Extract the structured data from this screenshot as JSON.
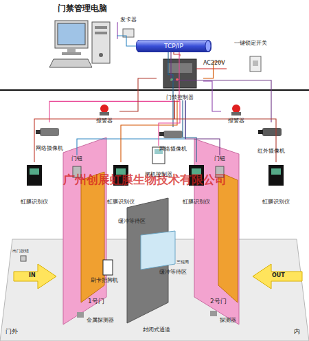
{
  "diagram": {
    "nodes": [
      {
        "text": [
          "门禁管理电脑"
        ]
      },
      {
        "text": [
          "发卡器"
        ]
      },
      {
        "text": [
          "TCP/IP"
        ]
      },
      {
        "text": [
          "一键锁定开关"
        ]
      },
      {
        "text": [
          "门禁控制器"
        ]
      },
      {
        "text": [
          "报警器"
        ]
      },
      {
        "text": [
          "报警器"
        ]
      },
      {
        "text": [
          "网络摄像机"
        ]
      },
      {
        "text": [
          "网络摄像机"
        ]
      },
      {
        "text": [
          "红外摄像机"
        ]
      },
      {
        "text": [
          "门钮"
        ]
      },
      {
        "text": [
          "虹膜识别仪"
        ]
      },
      {
        "text": [
          "虹膜识别仪"
        ]
      },
      {
        "text": [
          "闸机控制器"
        ]
      },
      {
        "text": [
          "虹膜识别仪"
        ]
      },
      {
        "text": [
          "门钮"
        ]
      },
      {
        "text": [
          "虹膜识别仪"
        ]
      }
    ],
    "edges": [
      {
        "from": 1,
        "to": 0,
        "arrow": "none"
      },
      {
        "from": 0,
        "to": 2,
        "arrow": "none"
      },
      {
        "from": 2,
        "to": 4,
        "arrow": "none"
      },
      {
        "from": 3,
        "to": 4,
        "arrow": "none"
      },
      {
        "from": 2,
        "to": 7,
        "arrow": "none"
      },
      {
        "from": 2,
        "to": 8,
        "arrow": "none"
      },
      {
        "from": 2,
        "to": 9,
        "arrow": "none"
      },
      {
        "from": 4,
        "to": 5,
        "arrow": "none"
      },
      {
        "from": 4,
        "to": 6,
        "arrow": "none"
      },
      {
        "from": 4,
        "to": 10,
        "arrow": "none"
      },
      {
        "from": 4,
        "to": 11,
        "arrow": "none"
      },
      {
        "from": 4,
        "to": 12,
        "arrow": "none"
      },
      {
        "from": 4,
        "to": 13,
        "arrow": "none"
      },
      {
        "from": 4,
        "to": 14,
        "arrow": "none"
      },
      {
        "from": 4,
        "to": 15,
        "arrow": "none"
      },
      {
        "from": 4,
        "to": 16,
        "arrow": "none"
      }
    ],
    "labels": [
      "AC220V",
      "缓冲等待区",
      "缓冲等待区",
      "广州创展虹膜生物技术有限公司",
      "出门按钮",
      "IN",
      "OUT",
      "刷卡抬脚机",
      "三辊闸",
      "1号门",
      "2号门",
      "金属探测器",
      "封闭式通道",
      "探测器",
      "门外",
      "内"
    ]
  }
}
